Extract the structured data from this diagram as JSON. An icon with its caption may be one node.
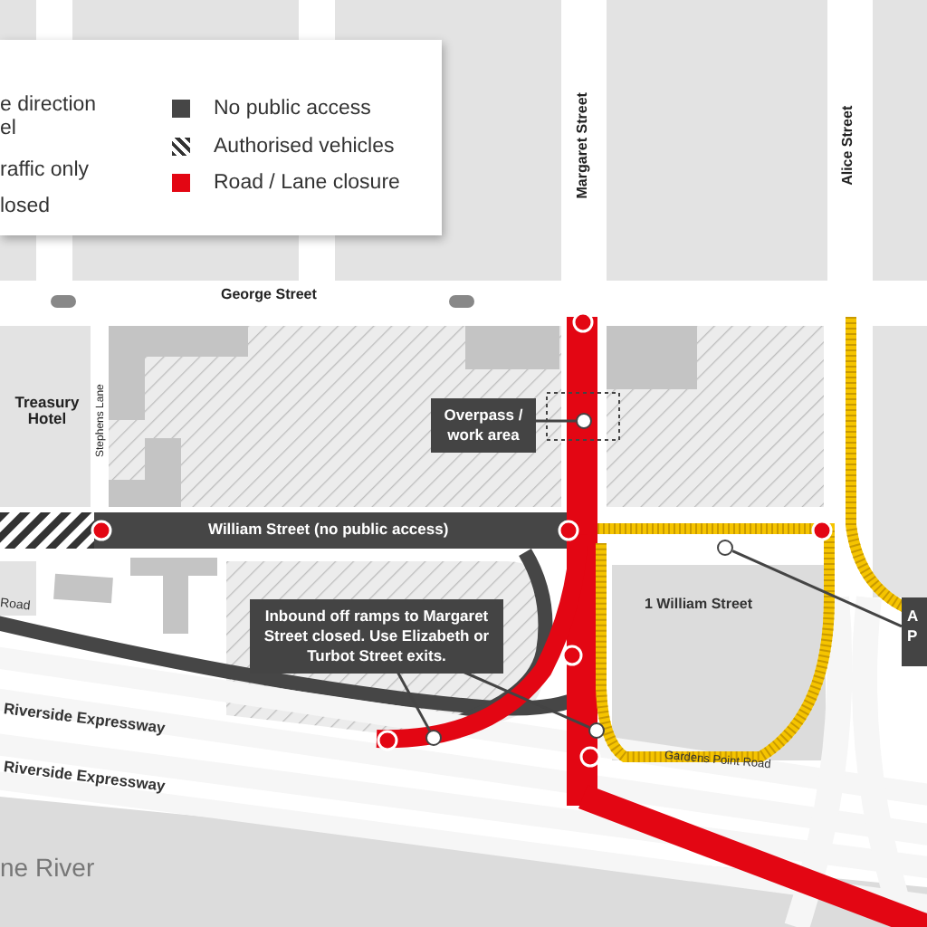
{
  "diagram": {
    "nodes": [
      {
        "text": [
          "Overpass / work area"
        ]
      },
      {
        "text": [],
        "shape": "circle"
      },
      {
        "text": [
          "Inbound off ramps to Margaret Street closed. Use Elizabeth or Turbot Street exits."
        ]
      },
      {
        "text": [],
        "shape": "circle"
      },
      {
        "text": [],
        "shape": "circle"
      },
      {
        "text": [
          "A P"
        ]
      },
      {
        "text": [],
        "shape": "circle"
      }
    ],
    "edges": [
      {
        "from": 0,
        "to": 1,
        "arrow": "none"
      },
      {
        "from": 2,
        "to": 3,
        "arrow": "none"
      },
      {
        "from": 2,
        "to": 4,
        "arrow": "none"
      },
      {
        "from": 5,
        "to": 6,
        "arrow": "none"
      }
    ],
    "labels": [
      "e direction el",
      "raffic only",
      "losed",
      "Margaret Street",
      "Alice Street",
      "George Street",
      "Treasury Hotel",
      "Stephens Lane",
      "William Street (no public access)",
      "1 William Street",
      "Road",
      "Riverside Expressway",
      "Gardens Point Road",
      "Riverside Expressway",
      "ne River"
    ],
    "legend": [
      {
        "text": "No public access",
        "color": "#464646"
      },
      {
        "text": "Authorised vehicles"
      },
      {
        "text": "Road / Lane closure",
        "color": "#e30613"
      }
    ]
  }
}
